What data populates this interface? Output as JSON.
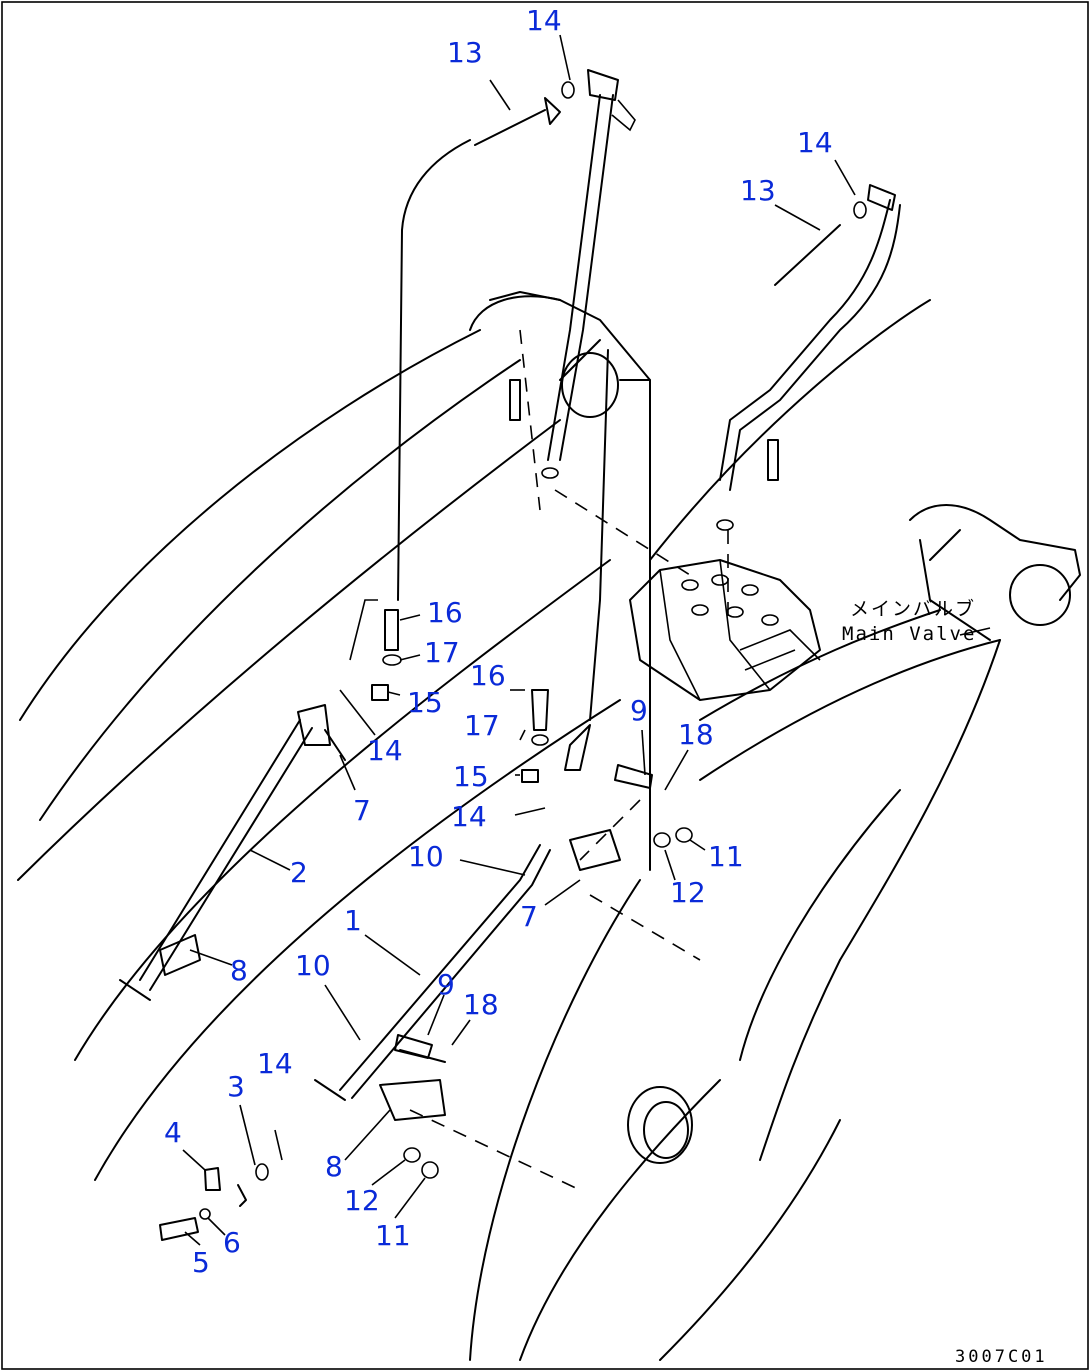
{
  "callouts": [
    {
      "id": "c1",
      "label": "14"
    },
    {
      "id": "c2",
      "label": "13"
    },
    {
      "id": "c3",
      "label": "14"
    },
    {
      "id": "c4",
      "label": "13"
    },
    {
      "id": "c5",
      "label": "16"
    },
    {
      "id": "c6",
      "label": "17"
    },
    {
      "id": "c7",
      "label": "15"
    },
    {
      "id": "c8",
      "label": "14"
    },
    {
      "id": "c9",
      "label": "7"
    },
    {
      "id": "c10",
      "label": "16"
    },
    {
      "id": "c11",
      "label": "17"
    },
    {
      "id": "c12",
      "label": "15"
    },
    {
      "id": "c13",
      "label": "14"
    },
    {
      "id": "c14",
      "label": "9"
    },
    {
      "id": "c15",
      "label": "18"
    },
    {
      "id": "c16",
      "label": "10"
    },
    {
      "id": "c17",
      "label": "11"
    },
    {
      "id": "c18",
      "label": "12"
    },
    {
      "id": "c19",
      "label": "7"
    },
    {
      "id": "c20",
      "label": "2"
    },
    {
      "id": "c21",
      "label": "1"
    },
    {
      "id": "c22",
      "label": "8"
    },
    {
      "id": "c23",
      "label": "10"
    },
    {
      "id": "c24",
      "label": "9"
    },
    {
      "id": "c25",
      "label": "18"
    },
    {
      "id": "c26",
      "label": "14"
    },
    {
      "id": "c27",
      "label": "3"
    },
    {
      "id": "c28",
      "label": "4"
    },
    {
      "id": "c29",
      "label": "8"
    },
    {
      "id": "c30",
      "label": "12"
    },
    {
      "id": "c31",
      "label": "6"
    },
    {
      "id": "c32",
      "label": "11"
    },
    {
      "id": "c33",
      "label": "5"
    }
  ],
  "notes": {
    "main_valve_jp": "メインバルブ",
    "main_valve_en": "Main Valve"
  },
  "drawing_number": "3007C01"
}
